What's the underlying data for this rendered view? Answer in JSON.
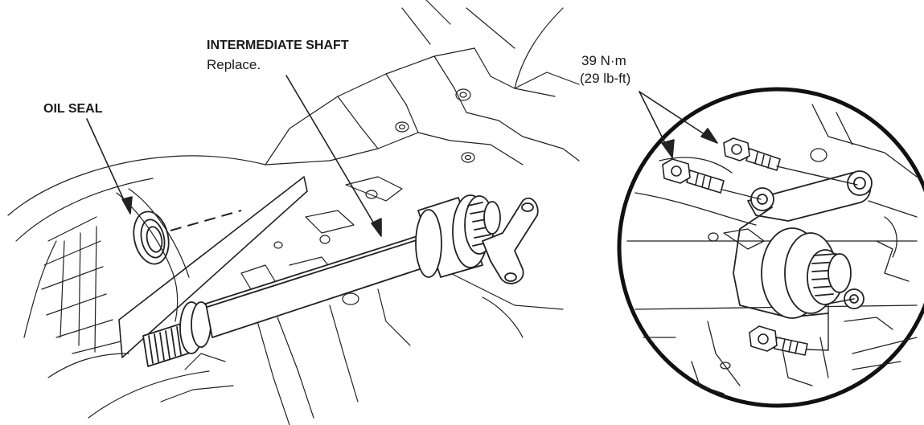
{
  "labels": {
    "oil_seal": "OIL SEAL",
    "intermediate_shaft": "INTERMEDIATE SHAFT",
    "intermediate_shaft_note": "Replace.",
    "torque_nm": "39 N·m",
    "torque_lbft": "(29 lb-ft)"
  },
  "colors": {
    "line": "#222222",
    "background": "#ffffff"
  }
}
